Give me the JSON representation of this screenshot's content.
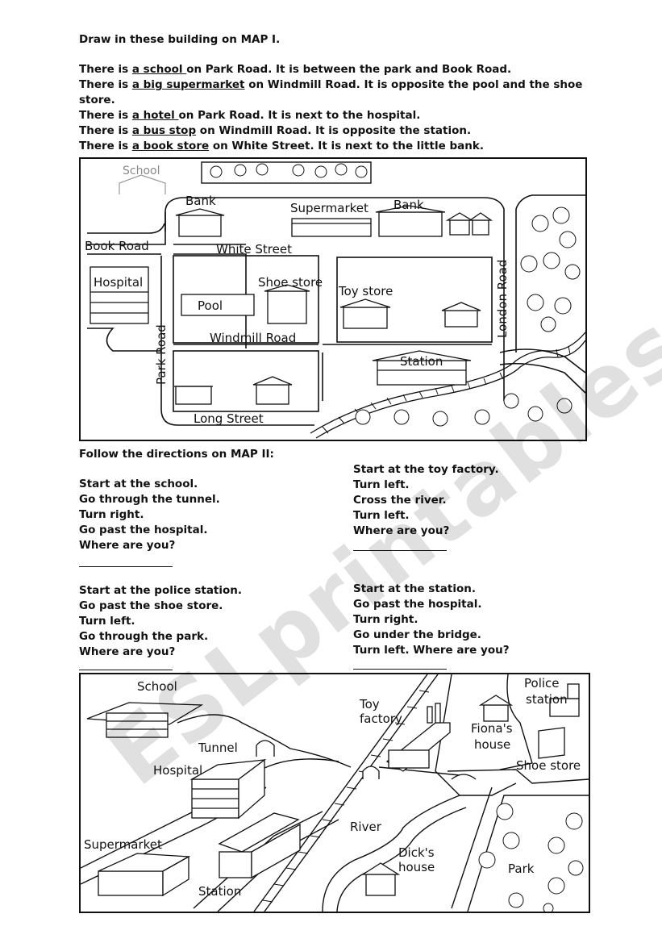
{
  "part1": {
    "heading": "Draw in these building on MAP I.",
    "sentences": [
      {
        "pre": "There is ",
        "item": "a school ",
        "post": "on Park Road. It is between the park and Book Road."
      },
      {
        "pre": "There is ",
        "item": "a big supermarket",
        "post": " on Windmill Road. It is opposite the pool and the shoe"
      },
      {
        "pre": "",
        "item": "",
        "post": "store."
      },
      {
        "pre": "There is ",
        "item": "a hotel ",
        "post": "on Park Road. It is next to the hospital."
      },
      {
        "pre": "There is ",
        "item": "a bus stop",
        "post": " on Windmill Road. It is opposite the station."
      },
      {
        "pre": "There is ",
        "item": "a book store",
        "post": " on White Street. It is next to the little bank."
      }
    ]
  },
  "map1": {
    "labels": {
      "school": "School",
      "bank1": "Bank",
      "supermarket": "Supermarket",
      "bank2": "Bank",
      "book_road": "Book Road",
      "white_street": "White Street",
      "hospital": "Hospital",
      "pool": "Pool",
      "shoe_store": "Shoe store",
      "toy_store": "Toy store",
      "london_road": "London Road",
      "windmill_road": "Windmill Road",
      "park_road": "Park Road",
      "station": "Station",
      "long_street": "Long Street"
    }
  },
  "part2": {
    "heading": "Follow the directions on MAP II:",
    "block1": [
      "Start at the school.",
      "Go through the tunnel.",
      "Turn right.",
      "Go past the hospital.",
      "Where are you?"
    ],
    "block2": [
      "Start at the toy factory.",
      "Turn left.",
      "Cross the river.",
      "Turn left.",
      " Where are you?"
    ],
    "block3": [
      "Start at the police station.",
      "Go past the shoe store.",
      "Turn left.",
      "Go through the park.",
      "Where are you?"
    ],
    "block4": [
      "Start at the station.",
      "Go past the hospital.",
      " Turn right.",
      "Go under the bridge.",
      "Turn left. Where are you?"
    ]
  },
  "map2": {
    "labels": {
      "school": "School",
      "toy": "Toy",
      "factory": "factory",
      "police": "Police",
      "station_p": "station",
      "fionas": "Fiona's",
      "house_f": "house",
      "tunnel": "Tunnel",
      "hospital": "Hospital",
      "shoe_store": "Shoe store",
      "river": "River",
      "supermarket": "Supermarket",
      "dicks": "Dick's",
      "house_d": "house",
      "park": "Park",
      "station": "Station"
    }
  },
  "watermark": "ESLprintables.com"
}
